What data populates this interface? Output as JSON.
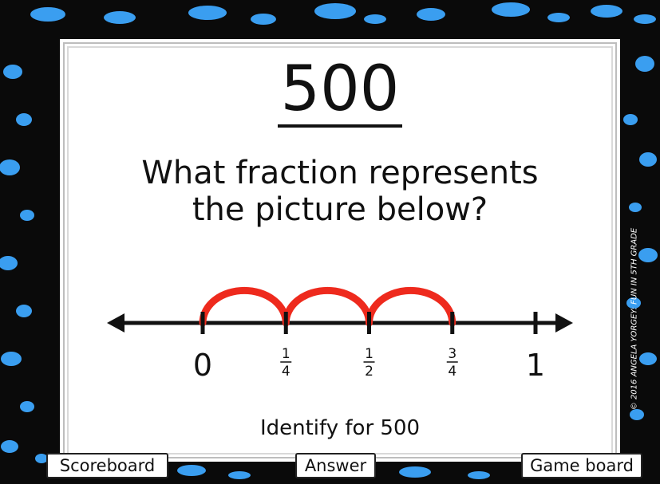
{
  "colors": {
    "border_bg": "#0a0a0a",
    "dot_blue": "#3a9ef0",
    "arc_red": "#ee2a1d"
  },
  "card": {
    "points": "500",
    "question_line1": "What fraction represents",
    "question_line2": "the picture below?",
    "prompt": "Identify for 500"
  },
  "number_line": {
    "ticks": [
      {
        "value": 0,
        "label": "0"
      },
      {
        "value": 0.25,
        "num": "1",
        "den": "4"
      },
      {
        "value": 0.5,
        "num": "1",
        "den": "2"
      },
      {
        "value": 0.75,
        "num": "3",
        "den": "4"
      },
      {
        "value": 1,
        "label": "1"
      }
    ],
    "jumps": [
      [
        0,
        0.25
      ],
      [
        0.25,
        0.5
      ],
      [
        0.5,
        0.75
      ]
    ]
  },
  "credit": "© 2016 ANGELA YORGEY: FUN IN 5TH GRADE",
  "nav": {
    "scoreboard": "Scoreboard",
    "answer": "Answer",
    "game_board": "Game board"
  }
}
